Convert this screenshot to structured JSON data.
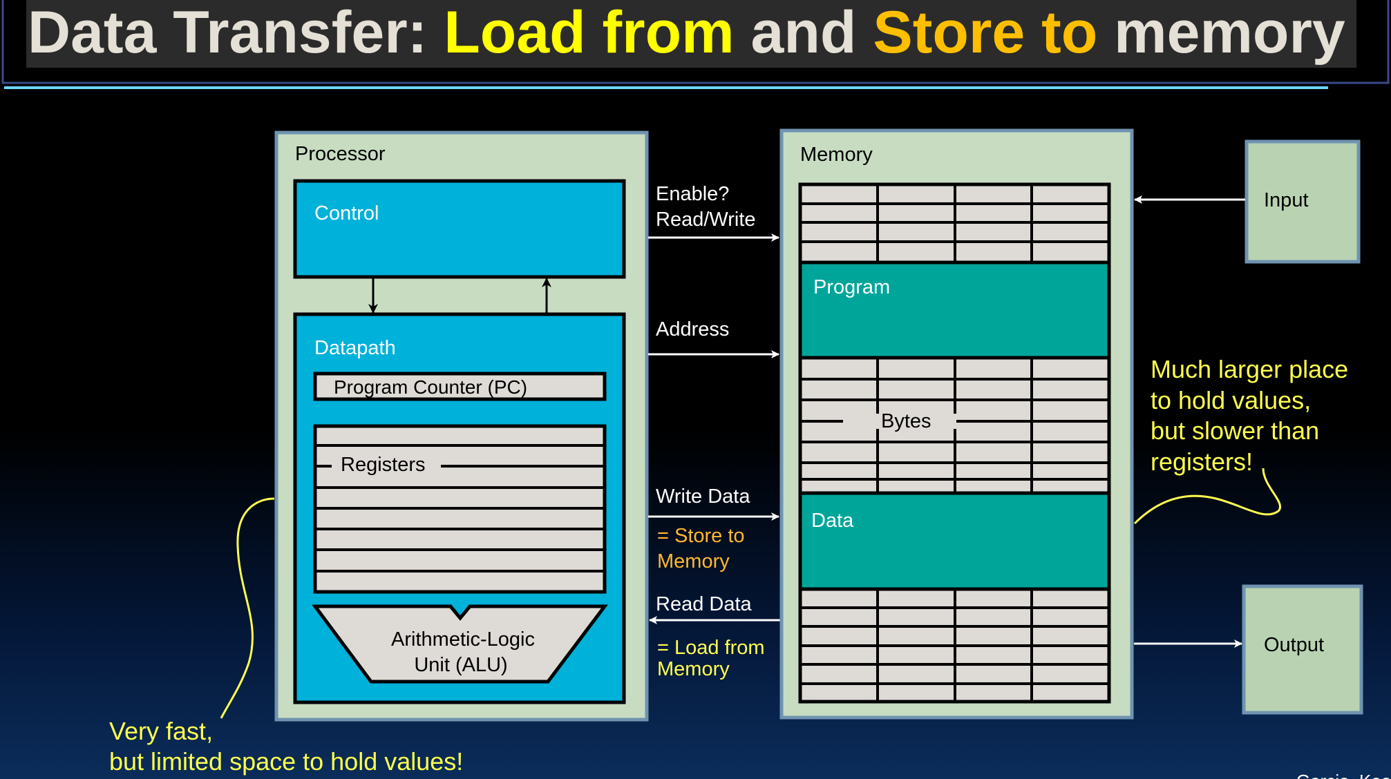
{
  "title": {
    "part1": "Data Transfer: ",
    "part2": "Load from",
    "part3": " and ",
    "part4": "Store to",
    "part5": " memory"
  },
  "colors": {
    "title_text": "#e4e0d6",
    "highlight_yellow": "#ffff00",
    "highlight_orange": "#ffbf00",
    "panel_green": "#c8dcc2",
    "blue_box": "#00b1da",
    "teal_box": "#00a59a",
    "cell_gray": "#dedad6",
    "annotation": "#ffff4d",
    "caption": "#ffb830"
  },
  "processor": {
    "label": "Processor",
    "control": "Control",
    "datapath": "Datapath",
    "pc": "Program Counter (PC)",
    "registers": "Registers",
    "alu_line1": "Arithmetic-Logic",
    "alu_line2": "Unit (ALU)"
  },
  "memory": {
    "label": "Memory",
    "program": "Program",
    "bytes": "Bytes",
    "data": "Data"
  },
  "io": {
    "input": "Input",
    "output": "Output"
  },
  "signals": {
    "enable": "Enable?",
    "read_write": "Read/Write",
    "address": "Address",
    "write_data": "Write Data",
    "store_line1": "= Store to",
    "store_line2": "Memory",
    "read_data": "Read Data",
    "load_line1": "= Load from",
    "load_line2": "Memory"
  },
  "annotations": {
    "memory_note": [
      "Much larger place",
      "to hold values,",
      "but slower than",
      "registers!"
    ],
    "register_note": [
      "Very fast,",
      "but limited space to hold values!"
    ]
  },
  "footer": "Garcia, Kao"
}
